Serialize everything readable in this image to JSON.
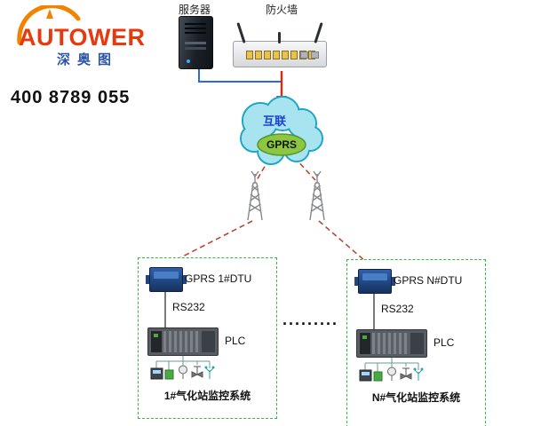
{
  "logo": {
    "brand": "AUTOWER",
    "subtitle": "深奥图",
    "phone": "400 8789 055"
  },
  "top": {
    "server_label": "服务器",
    "firewall_label": "防火墙"
  },
  "cloud": {
    "label": "互联",
    "gprs": "GPRS"
  },
  "separator_dots": ".........",
  "stations": [
    {
      "dtu_label": "GPRS 1#DTU",
      "link_label": "RS232",
      "plc_label": "PLC",
      "caption": "1#气化站监控系统"
    },
    {
      "dtu_label": "GPRS N#DTU",
      "link_label": "RS232",
      "plc_label": "PLC",
      "caption": "N#气化站监控系统"
    }
  ],
  "colors": {
    "logo_red": "#e8380d",
    "logo_orange": "#f08300",
    "logo_blue": "#2b55a8",
    "cloud_fill": "#a8e4f0",
    "cloud_border": "#18a7c4",
    "gprs_green": "#8dc63f",
    "box_border_green": "#3cb44a",
    "dash_line_red": "#b5492f",
    "arrow_red": "#cc3311",
    "cable_blue": "#2a6bd4"
  }
}
